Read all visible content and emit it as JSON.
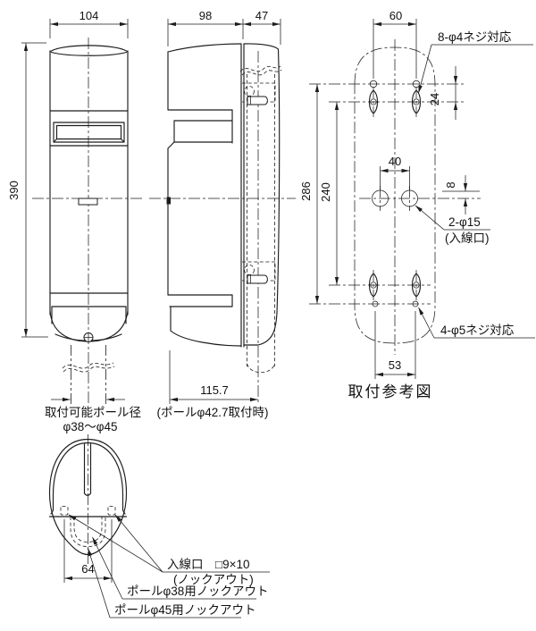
{
  "colors": {
    "line": "#1c1c1c",
    "background": "#ffffff"
  },
  "drawing": {
    "front_view": {
      "dim_width": "104",
      "dim_height": "390",
      "pole_note_line1": "取付可能ポール径",
      "pole_note_line2": "φ38〜φ45"
    },
    "side_view": {
      "dim_depth_front": "98",
      "dim_depth_rear": "47",
      "dim_total_depth": "115.7",
      "depth_note": "(ポールφ42.7取付時)"
    },
    "mounting_view": {
      "dim_top_hole_span": "60",
      "dim_top_offset": "24",
      "dim_height_outer": "286",
      "dim_height_inner": "240",
      "dim_entry_span": "40",
      "dim_entry_offset": "8",
      "label_top_screws": "8-φ4ネジ対応",
      "label_entry": "2-φ15",
      "label_entry_sub": "(入線口)",
      "label_bottom_screws": "4-φ5ネジ対応",
      "dim_bottom_span": "53",
      "caption": "取付参考図"
    },
    "section_view": {
      "dim_knockout_span": "64",
      "label_entry_line1": "入線口　□9×10",
      "label_entry_line2": "(ノックアウト)",
      "label_pole38": "ポールφ38用ノックアウト",
      "label_pole45": "ポールφ45用ノックアウト"
    }
  }
}
